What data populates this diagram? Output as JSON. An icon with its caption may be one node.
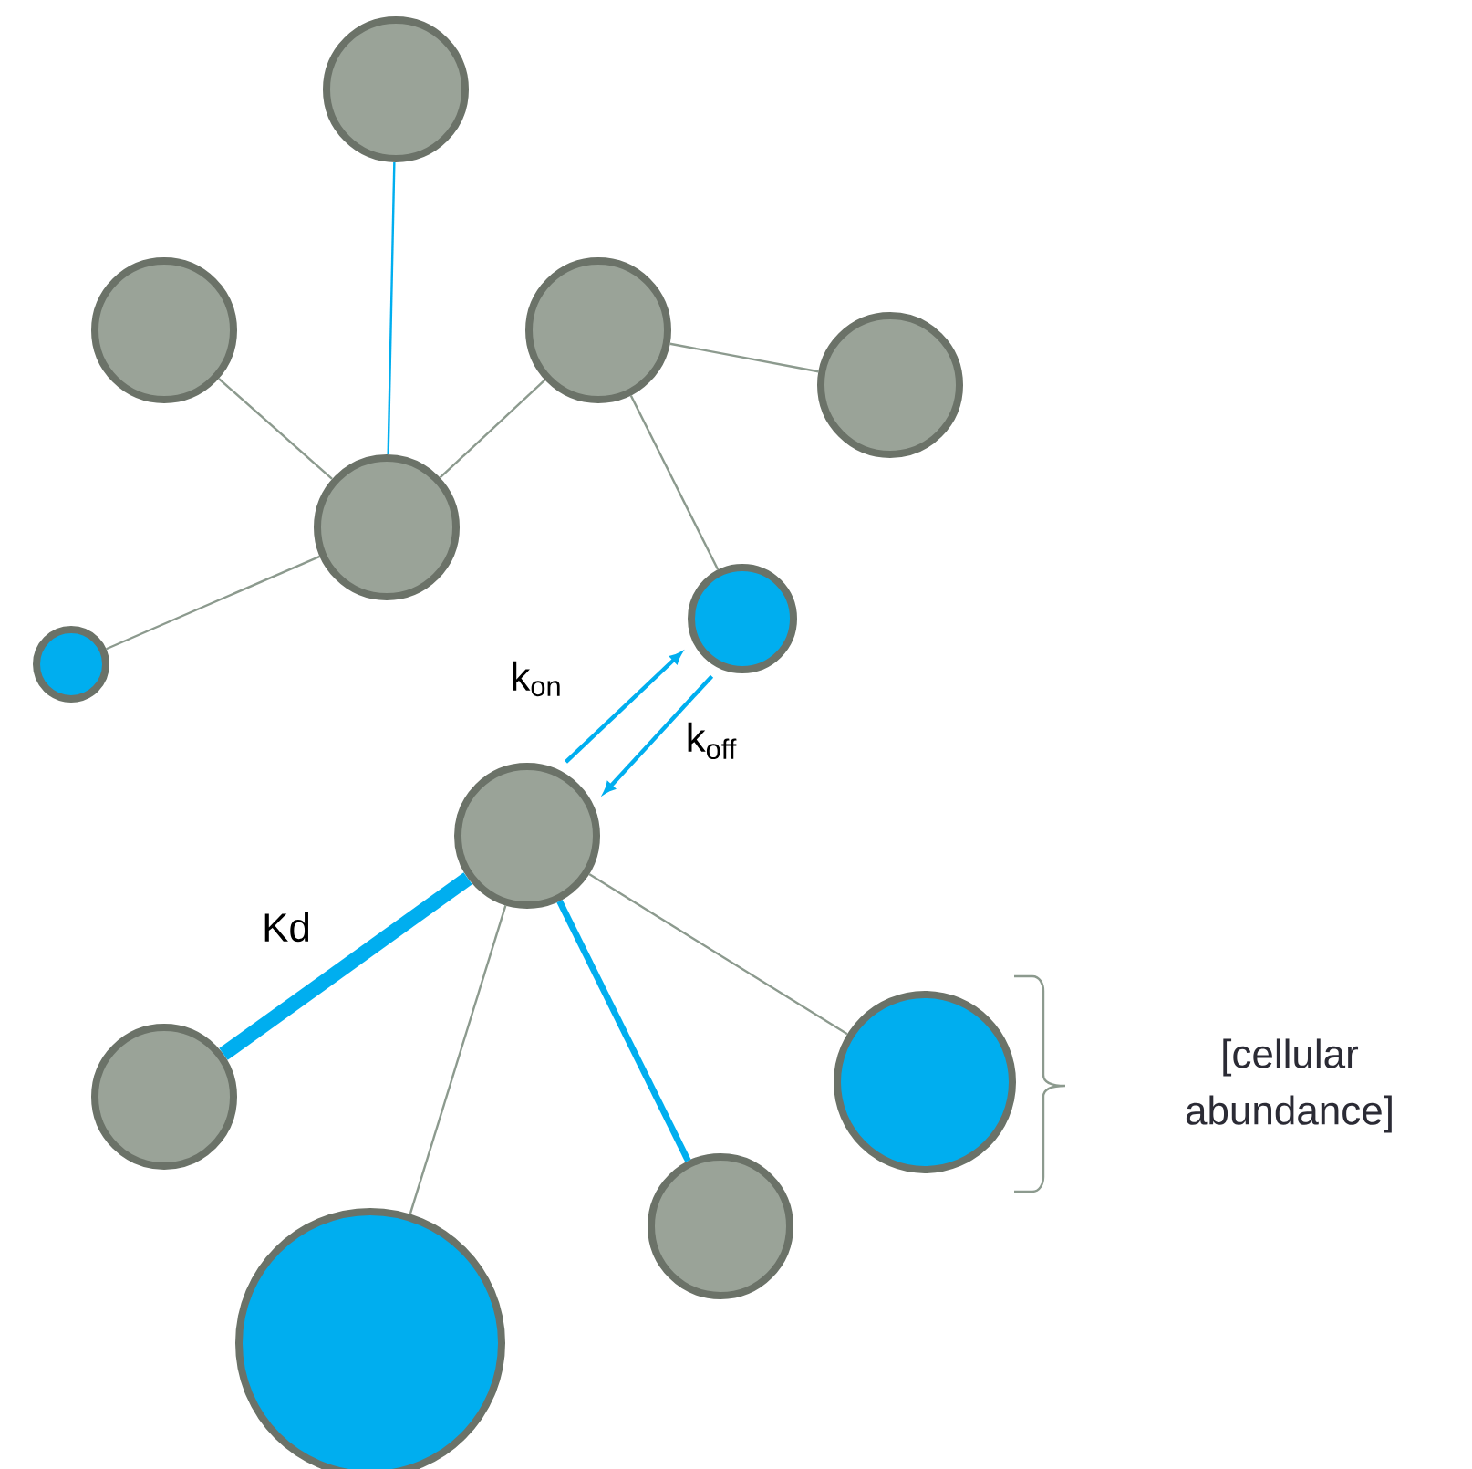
{
  "diagram": {
    "nodes": [
      {
        "text": [],
        "shape": "circle"
      },
      {
        "text": [],
        "shape": "circle"
      },
      {
        "text": [],
        "shape": "circle"
      },
      {
        "text": [],
        "shape": "circle"
      },
      {
        "text": [],
        "shape": "circle"
      },
      {
        "text": [],
        "shape": "circle"
      },
      {
        "text": [],
        "shape": "circle"
      },
      {
        "text": [],
        "shape": "circle"
      },
      {
        "text": [],
        "shape": "circle"
      },
      {
        "text": [],
        "shape": "circle"
      },
      {
        "text": [],
        "shape": "circle"
      },
      {
        "text": [],
        "shape": "circle"
      }
    ],
    "edges": [
      {
        "from": 0,
        "to": 4,
        "arrow": "none",
        "color": "#00aeef"
      },
      {
        "from": 1,
        "to": 4,
        "arrow": "none"
      },
      {
        "from": 4,
        "to": 2,
        "arrow": "none"
      },
      {
        "from": 2,
        "to": 3,
        "arrow": "none"
      },
      {
        "from": 2,
        "to": 5,
        "arrow": "none"
      },
      {
        "from": 4,
        "to": 6,
        "arrow": "none"
      },
      {
        "from": 7,
        "to": 8,
        "arrow": "none",
        "label": "Kd",
        "style": "thick",
        "color": "#00aeef"
      },
      {
        "from": 7,
        "to": 11,
        "arrow": "none"
      },
      {
        "from": 7,
        "to": 10,
        "arrow": "none",
        "style": "thick",
        "color": "#00aeef"
      },
      {
        "from": 7,
        "to": 9,
        "arrow": "none"
      },
      {
        "from": 7,
        "to": 5,
        "arrow": "to",
        "label": "k$_{on}$",
        "color": "#00aeef"
      },
      {
        "from": 5,
        "to": 7,
        "arrow": "to",
        "label": "k$_{off}$",
        "color": "#00aeef"
      }
    ],
    "labels": [
      "[cellular abundance]"
    ]
  }
}
